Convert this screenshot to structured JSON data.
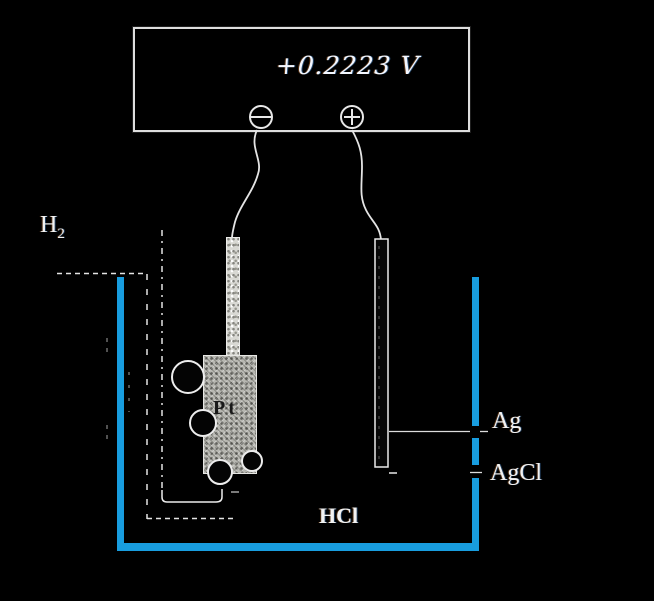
{
  "meter": {
    "reading": "+0.2223 V",
    "terminal_negative_symbol": "minus",
    "terminal_positive_symbol": "plus"
  },
  "labels": {
    "h2_base": "H",
    "h2_sub": "2",
    "pt": "Pt",
    "ag": "Ag",
    "agcl": "AgCl",
    "hcl": "HCl"
  },
  "colors": {
    "background": "#000000",
    "ink": "#ececec",
    "beaker_blue": "#189ddf",
    "tube_gray": "#d8d8d3",
    "electrode_gray": "#b7b7b1",
    "pt_text": "#191919"
  }
}
